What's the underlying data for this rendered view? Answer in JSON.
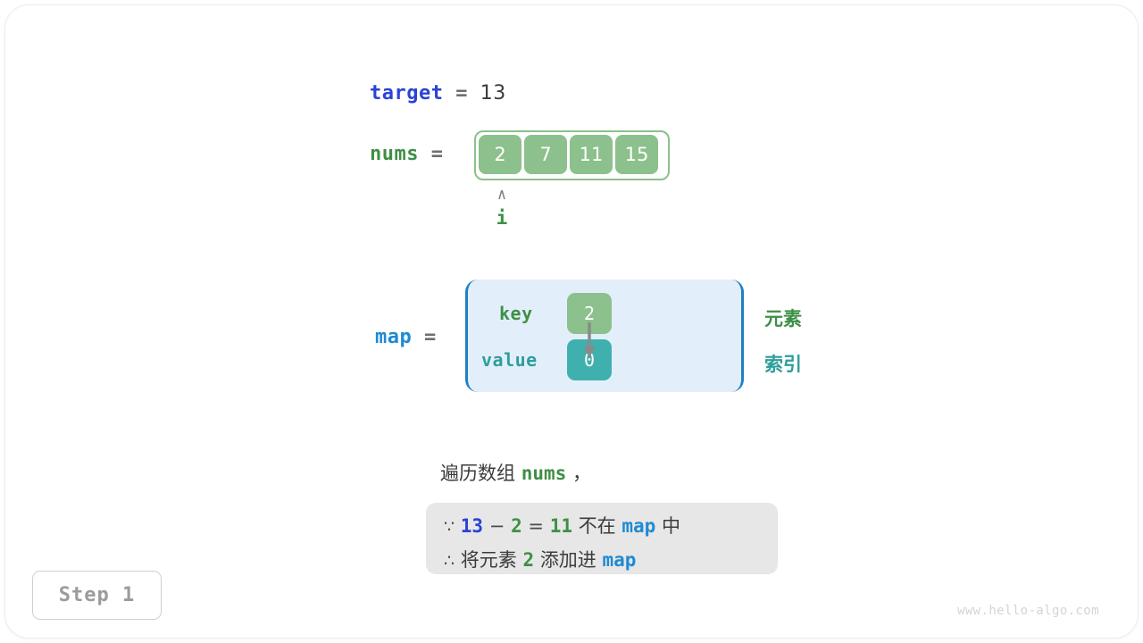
{
  "figure": {
    "title": "Two Sum hash map walkthrough",
    "step_badge": "Step 1",
    "watermark": "www.hello-algo.com"
  },
  "target": {
    "name": "target",
    "equals": "=",
    "value": "13"
  },
  "nums": {
    "name": "nums",
    "equals": "=",
    "cells": [
      "2",
      "7",
      "11",
      "15"
    ],
    "pointer": {
      "caret": "∧",
      "label": "i",
      "index": 0
    }
  },
  "map": {
    "name": "map",
    "equals": "=",
    "rows": [
      {
        "label": "key",
        "value": "2"
      },
      {
        "label": "value",
        "value": "0"
      }
    ],
    "legend": {
      "element": "元素",
      "index": "索引"
    }
  },
  "caption": {
    "prefix": "遍历数组",
    "keyword": "nums",
    "suffix": "，"
  },
  "note": {
    "line1": {
      "because_symbol": "∵",
      "a": "13",
      "minus": "−",
      "b": "2",
      "eq": "=",
      "result": "11",
      "text_mid": "不在",
      "map": "map",
      "text_end": "中"
    },
    "line2": {
      "therefore_symbol": "∴",
      "text_start": "将元素",
      "elem": "2",
      "text_mid": "添加进",
      "map": "map"
    }
  },
  "colors": {
    "indigo": "#2b43d6",
    "blue": "#1f8ad2",
    "green": "#3f8f46",
    "green_fill": "#8cc08c",
    "teal": "#2f9e9b",
    "teal_fill": "#3fb0ad",
    "map_bg": "#e2effa",
    "map_border": "#1f7fc4",
    "note_bg": "#e7e7e7",
    "text": "#3c3c3c",
    "muted": "#9b9b9b"
  }
}
